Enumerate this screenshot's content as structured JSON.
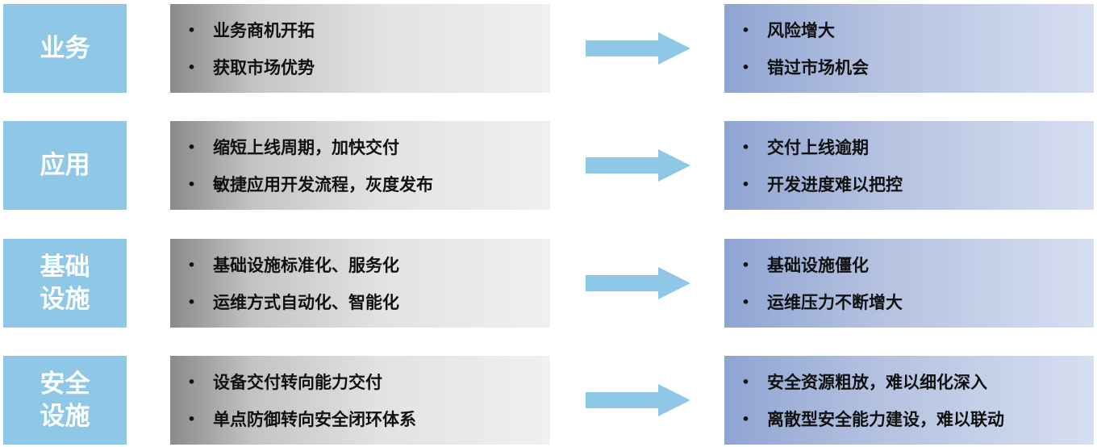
{
  "rows": [
    {
      "category": [
        "业务"
      ],
      "current": [
        "业务商机开拓",
        "获取市场优势"
      ],
      "risks": [
        "风险增大",
        "错过市场机会"
      ]
    },
    {
      "category": [
        "应用"
      ],
      "current": [
        "缩短上线周期，加快交付",
        "敏捷应用开发流程，灰度发布"
      ],
      "risks": [
        "交付上线逾期",
        "开发进度难以把控"
      ]
    },
    {
      "category": [
        "基础",
        "设施"
      ],
      "current": [
        "基础设施标准化、服务化",
        "运维方式自动化、智能化"
      ],
      "risks": [
        "基础设施僵化",
        "运维压力不断增大"
      ]
    },
    {
      "category": [
        "安全",
        "设施"
      ],
      "current": [
        "设备交付转向能力交付",
        "单点防御转向安全闭环体系"
      ],
      "risks": [
        "安全资源粗放，难以细化深入",
        "离散型安全能力建设，难以联动"
      ]
    }
  ],
  "bullet_symbol": "•",
  "colors": {
    "category_fill": "#8ec8e6",
    "arrow_fill": "#8ec8e6",
    "left_box_gradient": [
      "#8a8a8a",
      "#f0f0f0"
    ],
    "right_box_gradient": [
      "#8fa4d2",
      "#d6def0"
    ],
    "text": "#111111"
  }
}
